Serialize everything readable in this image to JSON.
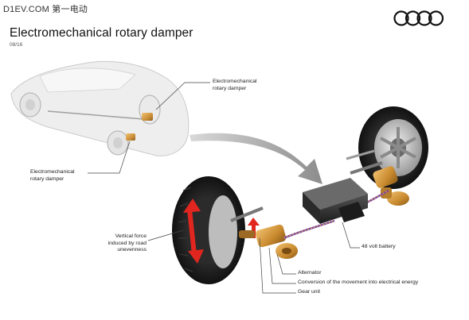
{
  "watermark": "D1EV.COM 第一电动",
  "title": "Electromechanical rotary damper",
  "subtitle": "08/16",
  "logo": {
    "name": "four-rings-logo",
    "rings": 4
  },
  "labels": {
    "damper_top": [
      "Electromechanical",
      "rotary damper"
    ],
    "damper_left": [
      "Electromechanical",
      "rotary damper"
    ],
    "vertical_force": [
      "Vertical force",
      "induced by road",
      "unevenness"
    ],
    "battery": "48 volt battery",
    "alternator": "Alternator",
    "conversion": "Conversion of the movement into electrical energy",
    "gear_unit": "Gear unit"
  },
  "colors": {
    "damper": "#c98a2e",
    "force_arrow": "#e0261f",
    "wire": "#7a3fa0",
    "arrow": "#8c8c8c"
  }
}
